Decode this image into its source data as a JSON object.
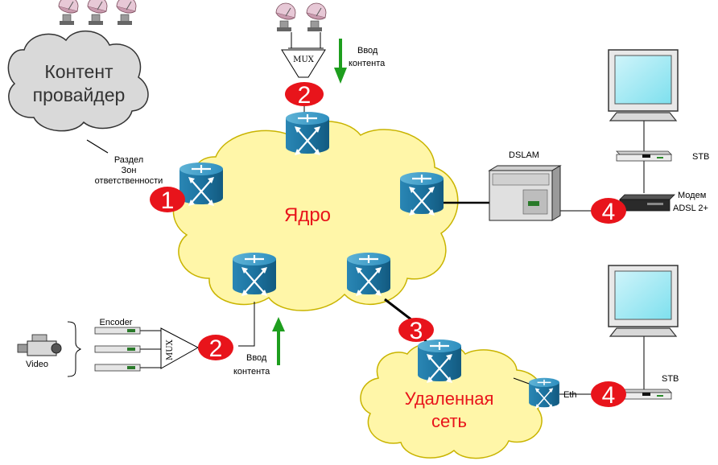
{
  "content_provider": {
    "label_line1": "Контент",
    "label_line2": "провайдер"
  },
  "zone_boundary": {
    "line1": "Раздел",
    "line2": "Зон",
    "line3": "ответственности"
  },
  "core": {
    "label": "Ядро"
  },
  "remote": {
    "label_line1": "Удаленная",
    "label_line2": "сеть"
  },
  "top_input": {
    "mux": "MUX",
    "line1": "Ввод",
    "line2": "контента",
    "badge": "2"
  },
  "bottom_input": {
    "mux": "MUX",
    "encoder": "Encoder",
    "video": "Video",
    "line1": "Ввод",
    "line2": "контента",
    "badge": "2"
  },
  "badges": {
    "b1": "1",
    "b3": "3",
    "b4_top": "4",
    "b4_bottom": "4"
  },
  "dslam": {
    "label": "DSLAM"
  },
  "subscriber_top": {
    "stb": "STB",
    "modem_line1": "Модем",
    "modem_line2": "ADSL 2+"
  },
  "subscriber_bottom": {
    "stb": "STB",
    "eth": "Eth"
  },
  "colors": {
    "cloud_yellow": "#FFF6A8",
    "cloud_gray": "#D9D9D9",
    "badge_red": "#E8141B",
    "router_blue": "#1F8BB8",
    "arrow_green": "#1E9E1E",
    "core_text": "#E8141B"
  }
}
